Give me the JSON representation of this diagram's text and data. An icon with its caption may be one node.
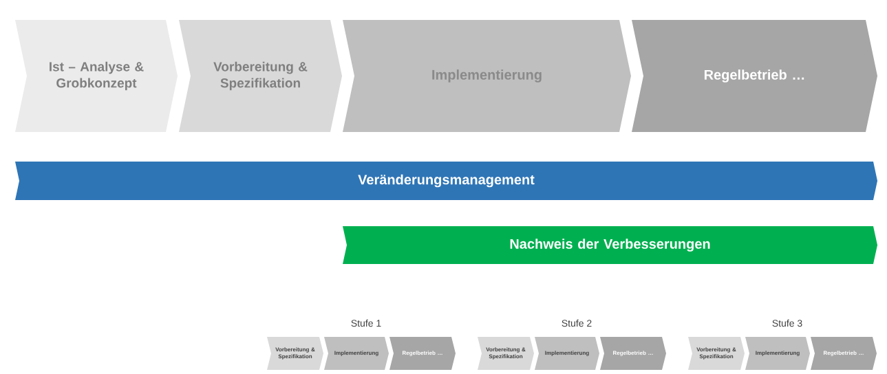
{
  "diagram": {
    "nodes": [
      {
        "text": [
          "Ist – Analyse & Grobkonzept"
        ]
      },
      {
        "text": [
          "Vorbereitung & Spezifikation"
        ]
      },
      {
        "text": [
          "Implementierung"
        ]
      },
      {
        "text": [
          "Regelbetrieb …"
        ]
      },
      {
        "text": [
          "Veränderungsmanagement"
        ]
      },
      {
        "text": [
          "Nachweis der Verbesserungen"
        ]
      },
      {
        "text": [
          "Vorbereitung & Spezifikation"
        ]
      },
      {
        "text": [
          "Implementierung"
        ]
      },
      {
        "text": [
          "Regelbetrieb …"
        ]
      },
      {
        "text": [
          "Vorbereitung & Spezifikation"
        ]
      },
      {
        "text": [
          "Implementierung"
        ]
      },
      {
        "text": [
          "Regelbetrieb …"
        ]
      },
      {
        "text": [
          "Vorbereitung & Spezifikation"
        ]
      },
      {
        "text": [
          "Implementierung"
        ]
      },
      {
        "text": [
          "Regelbetrieb …"
        ]
      }
    ],
    "labels": [
      "Stufe 1",
      "Stufe 2",
      "Stufe 3"
    ]
  }
}
